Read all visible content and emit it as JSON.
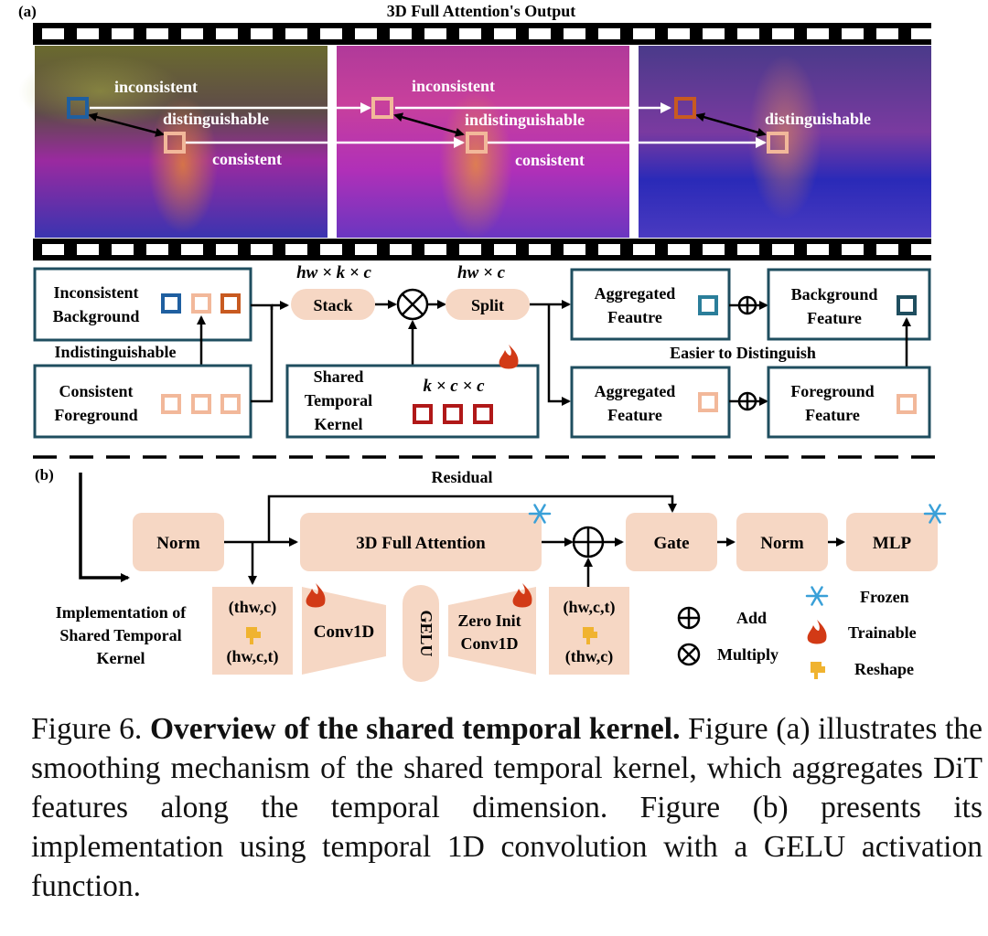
{
  "panel_a": {
    "label": "(a)",
    "title": "3D Full Attention's Output",
    "frame1": {
      "inconsistent": "inconsistent",
      "distinguishable": "distinguishable",
      "consistent": "consistent"
    },
    "frame2": {
      "inconsistent": "inconsistent",
      "indistinguishable": "indistinguishable",
      "consistent": "consistent"
    },
    "frame3": {
      "distinguishable": "distinguishable"
    },
    "inconsistent_background": "Inconsistent Background",
    "indistinguishable": "Indistinguishable",
    "consistent_foreground": "Consistent Foreground",
    "stack_dim": "hw × k × c",
    "stack": "Stack",
    "split_dim": "hw × c",
    "split": "Split",
    "shared_temporal_kernel": "Shared Temporal Kernel",
    "kernel_dim": "k × c × c",
    "aggregated_feautre": "Aggregated Feautre",
    "aggregated_feature": "Aggregated Feature",
    "background_feature": "Background Feature",
    "foreground_feature": "Foreground Feature",
    "easier": "Easier to Distinguish"
  },
  "panel_b": {
    "label": "(b)",
    "residual": "Residual",
    "norm1": "Norm",
    "attention": "3D Full Attention",
    "gate": "Gate",
    "norm2": "Norm",
    "mlp": "MLP",
    "impl": "Implementation of Shared Temporal Kernel",
    "reshape1_top": "(thw,c)",
    "reshape1_bottom": "(hw,c,t)",
    "conv1d": "Conv1D",
    "gelu": "GELU",
    "zero_init_conv1d": "Zero Init Conv1D",
    "reshape2_top": "(hw,c,t)",
    "reshape2_bottom": "(thw,c)",
    "legend": {
      "add": "Add",
      "multiply": "Multiply",
      "frozen": "Frozen",
      "trainable": "Trainable",
      "reshape": "Reshape"
    }
  },
  "caption": {
    "prefix": "Figure 6.",
    "bold": "Overview of the shared temporal kernel.",
    "text": "Figure (a) illustrates the smoothing mechanism of the shared temporal kernel, which aggregates DiT features along the temporal dimension. Figure (b) presents its implementation using temporal 1D convolution with a GELU activation function."
  },
  "colors": {
    "box_border": "#1f4e5f",
    "peach": "#f6d7c4",
    "blue_square": "#1f5fa0",
    "light_square": "#f2b89a",
    "orange_square": "#c85a20",
    "red_square": "#b01818",
    "teal_square": "#2b7e9a"
  }
}
